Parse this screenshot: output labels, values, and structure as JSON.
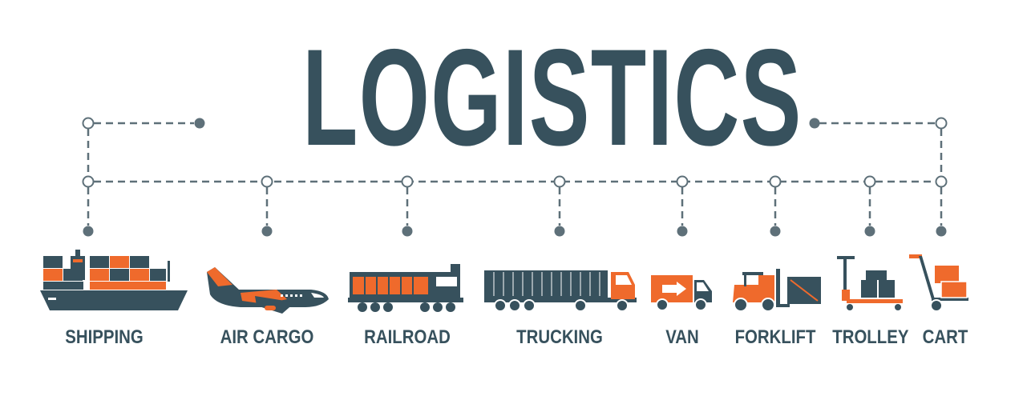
{
  "title": "LOGISTICS",
  "colors": {
    "dark": "#37515d",
    "accent": "#ef6a2c",
    "line": "#5e7079"
  },
  "items": [
    {
      "label": "SHIPPING",
      "icon": "ship-icon"
    },
    {
      "label": "AIR CARGO",
      "icon": "airplane-icon"
    },
    {
      "label": "RAILROAD",
      "icon": "locomotive-icon"
    },
    {
      "label": "TRUCKING",
      "icon": "truck-icon"
    },
    {
      "label": "VAN",
      "icon": "van-icon"
    },
    {
      "label": "FORKLIFT",
      "icon": "forklift-icon"
    },
    {
      "label": "TROLLEY",
      "icon": "trolley-icon"
    },
    {
      "label": "CART",
      "icon": "hand-cart-icon"
    }
  ]
}
